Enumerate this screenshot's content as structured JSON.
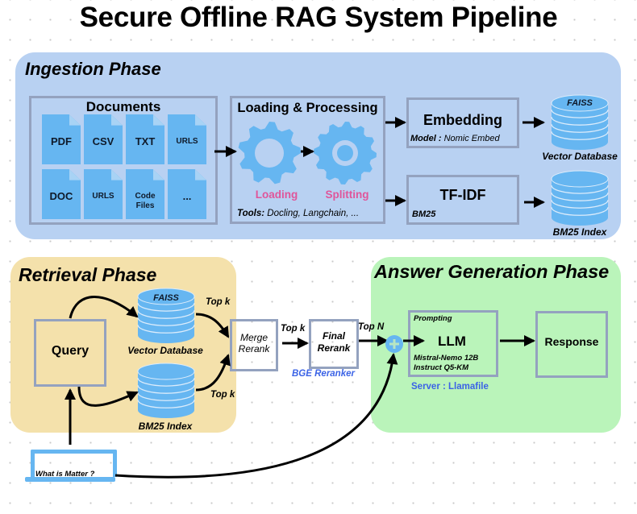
{
  "title": "Secure Offline RAG System Pipeline",
  "colors": {
    "ingestion_bg": "#b8d1f2",
    "retrieval_bg": "#f4e1ab",
    "answer_bg": "#baf4ba",
    "icon_blue": "#66b6f1",
    "box_border": "#94a2bf",
    "pink_label": "#e0559a",
    "blue_label": "#3b63e6"
  },
  "ingestion": {
    "title": "Ingestion Phase",
    "documents": {
      "title": "Documents",
      "files": [
        {
          "label": "PDF",
          "icon": "file-icon"
        },
        {
          "label": "CSV",
          "icon": "file-icon"
        },
        {
          "label": "TXT",
          "icon": "file-icon"
        },
        {
          "label": "URLS",
          "icon": "file-icon"
        },
        {
          "label": "DOC",
          "icon": "file-icon"
        },
        {
          "label": "URLS",
          "icon": "file-icon"
        },
        {
          "label": "Code\nFiles",
          "icon": "file-icon"
        },
        {
          "label": "...",
          "icon": "file-icon"
        }
      ]
    },
    "processing": {
      "title": "Loading & Processing",
      "step1": "Loading",
      "step2": "Splitting",
      "tools_label": "Tools:",
      "tools_value": "Docling, Langchain, ..."
    },
    "embedding": {
      "title": "Embedding",
      "model_label": "Model :",
      "model_value": "Nomic Embed"
    },
    "tfidf": {
      "title": "TF-IDF",
      "subtitle": "BM25"
    },
    "vector_db": {
      "top_label": "FAISS",
      "caption": "Vector Database"
    },
    "bm25_db": {
      "caption": "BM25 Index"
    }
  },
  "retrieval": {
    "title": "Retrieval Phase",
    "query": "Query",
    "vector_db": {
      "top_label": "FAISS",
      "caption": "Vector Database"
    },
    "bm25_db": {
      "caption": "BM25 Index"
    },
    "topk_vector": "Top k",
    "topk_bm25": "Top k",
    "merge": "Merge\nRerank",
    "topk_merge": "Top k",
    "final": "Final\nRerank",
    "reranker": "BGE Reranker",
    "topn": "Top N"
  },
  "answer": {
    "title": "Answer Generation Phase",
    "prompting": "Prompting",
    "llm": "LLM",
    "model_line1": "Mistral-Nemo 12B",
    "model_line2": "Instruct Q5-KM",
    "server": "Server : Llamafile",
    "response": "Response"
  },
  "user": {
    "question": "What is Matter ?"
  }
}
